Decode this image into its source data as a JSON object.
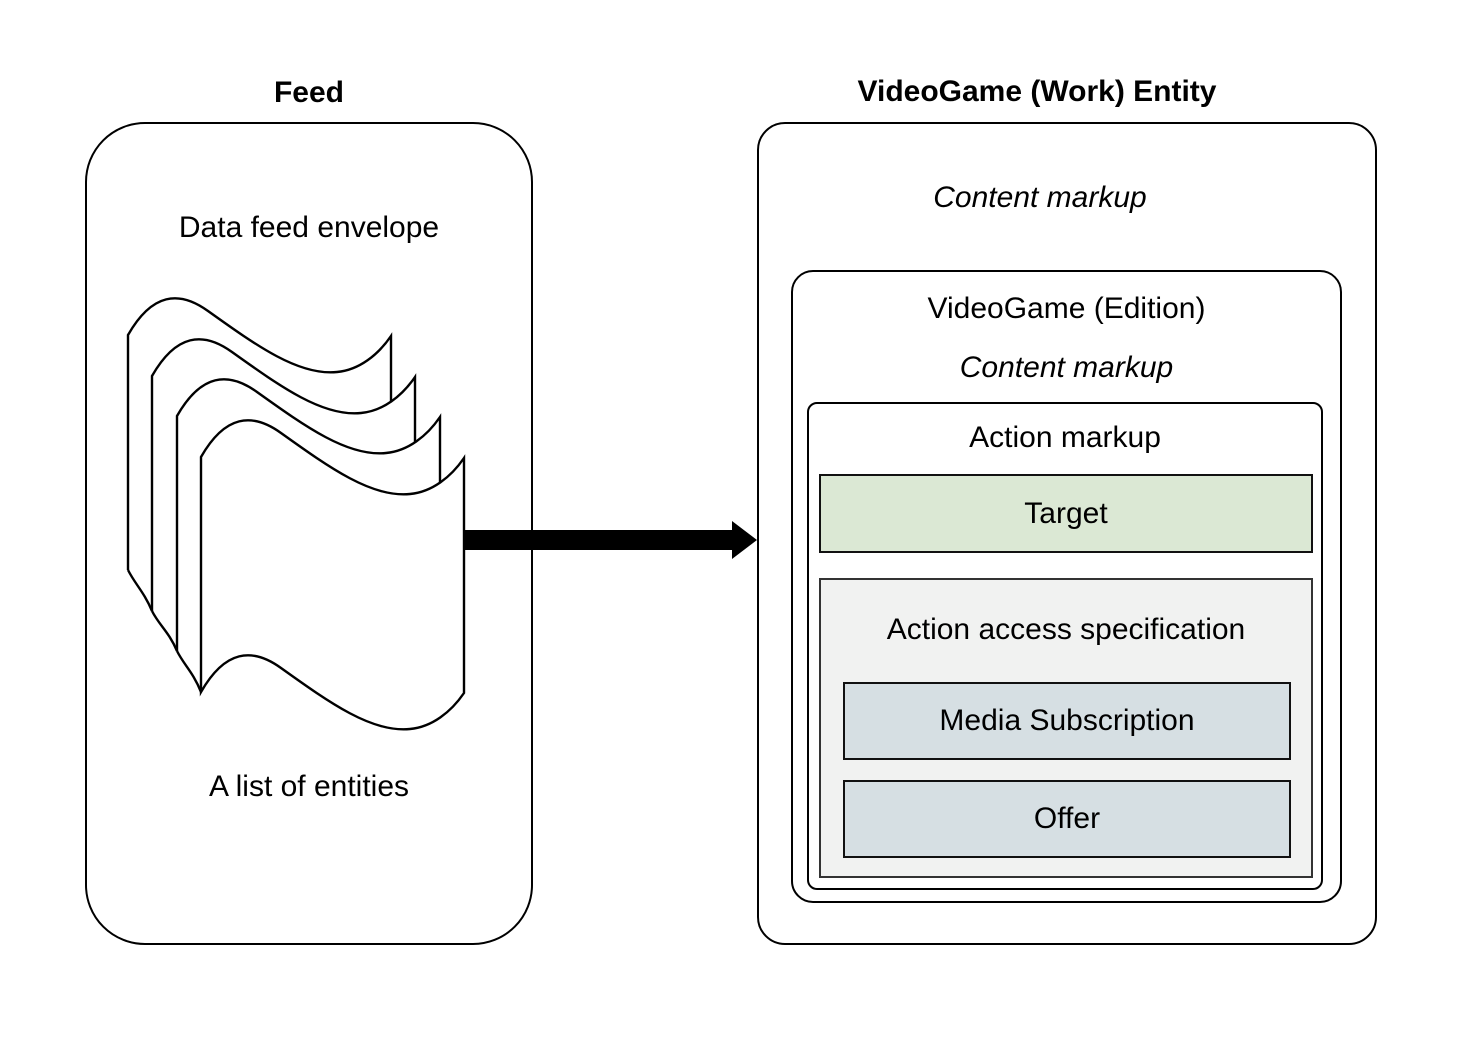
{
  "feed_panel": {
    "title": "Feed",
    "envelope_label": "Data feed envelope",
    "list_label": "A list of entities"
  },
  "entity_panel": {
    "title": "VideoGame (Work) Entity",
    "content_markup_label": "Content markup",
    "edition": {
      "title": "VideoGame (Edition)",
      "content_markup_label": "Content markup",
      "action_markup": {
        "title": "Action markup",
        "target_label": "Target",
        "access_spec": {
          "title": "Action access specification",
          "items": [
            "Media Subscription",
            "Offer"
          ]
        }
      }
    }
  },
  "icons": {
    "feed_documents": "stacked-wavy-pages-icon",
    "flow_arrow": "right-arrow-icon"
  },
  "colors": {
    "background": "#ffffff",
    "outline": "#000000",
    "target_fill": "#dbe8d4",
    "access_item_fill": "#d6dfe3",
    "access_spec_fill": "#f1f2f1",
    "text": "#000000"
  }
}
